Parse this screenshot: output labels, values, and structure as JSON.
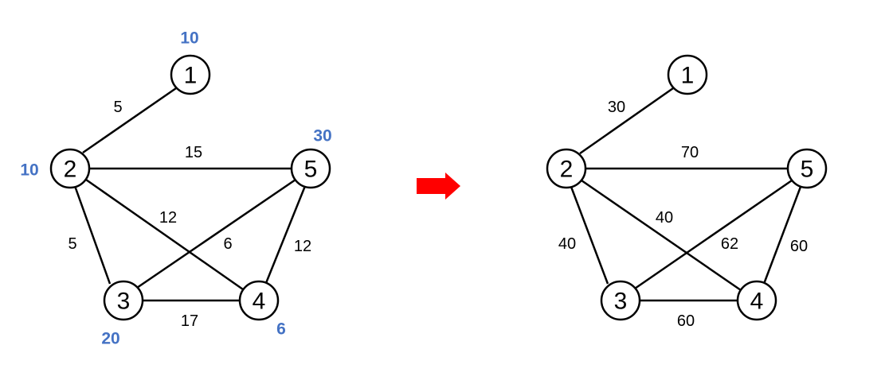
{
  "colors": {
    "line": "#000000",
    "node_weight": "#4472C4",
    "arrow": "#FF0000"
  },
  "left_graph": {
    "nodes": [
      {
        "id": "1",
        "label": "1",
        "weight": "10"
      },
      {
        "id": "2",
        "label": "2",
        "weight": "10"
      },
      {
        "id": "3",
        "label": "3",
        "weight": "20"
      },
      {
        "id": "4",
        "label": "4",
        "weight": "6"
      },
      {
        "id": "5",
        "label": "5",
        "weight": "30"
      }
    ],
    "edges": [
      {
        "from": "1",
        "to": "2",
        "label": "5"
      },
      {
        "from": "2",
        "to": "5",
        "label": "15"
      },
      {
        "from": "2",
        "to": "3",
        "label": "5"
      },
      {
        "from": "2",
        "to": "4",
        "label": "12"
      },
      {
        "from": "3",
        "to": "5",
        "label": "6"
      },
      {
        "from": "5",
        "to": "4",
        "label": "12"
      },
      {
        "from": "3",
        "to": "4",
        "label": "17"
      }
    ]
  },
  "right_graph": {
    "nodes": [
      {
        "id": "1",
        "label": "1"
      },
      {
        "id": "2",
        "label": "2"
      },
      {
        "id": "3",
        "label": "3"
      },
      {
        "id": "4",
        "label": "4"
      },
      {
        "id": "5",
        "label": "5"
      }
    ],
    "edges": [
      {
        "from": "1",
        "to": "2",
        "label": "30"
      },
      {
        "from": "2",
        "to": "5",
        "label": "70"
      },
      {
        "from": "2",
        "to": "3",
        "label": "40"
      },
      {
        "from": "2",
        "to": "4",
        "label": "40"
      },
      {
        "from": "3",
        "to": "5",
        "label": "62"
      },
      {
        "from": "5",
        "to": "4",
        "label": "60"
      },
      {
        "from": "3",
        "to": "4",
        "label": "60"
      }
    ]
  },
  "arrow": {
    "icon": "right-arrow-icon"
  }
}
